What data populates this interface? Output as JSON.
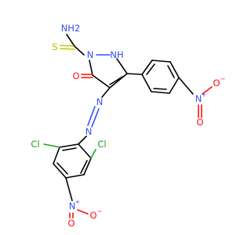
{
  "atoms": {
    "thioamide_nh2": "NH2",
    "thioamide_s": "S",
    "ring_n1": "N",
    "ring_nh": "NH",
    "carbonyl_o": "O",
    "azo_n1": "N",
    "azo_n2": "N",
    "cl_left": "Cl",
    "cl_right": "Cl",
    "nitro_right_n": "N",
    "nitro_right_o1": "O",
    "nitro_right_o2": "O",
    "nitro_bottom_n": "N",
    "nitro_bottom_o1": "O",
    "nitro_bottom_o2": "O",
    "plus": "+",
    "minus": "−"
  },
  "colors": {
    "carbon": "#000000",
    "nitrogen": "#3050f8",
    "oxygen": "#ff0d0d",
    "sulfur": "#c6c600",
    "chlorine": "#1fa01f"
  }
}
